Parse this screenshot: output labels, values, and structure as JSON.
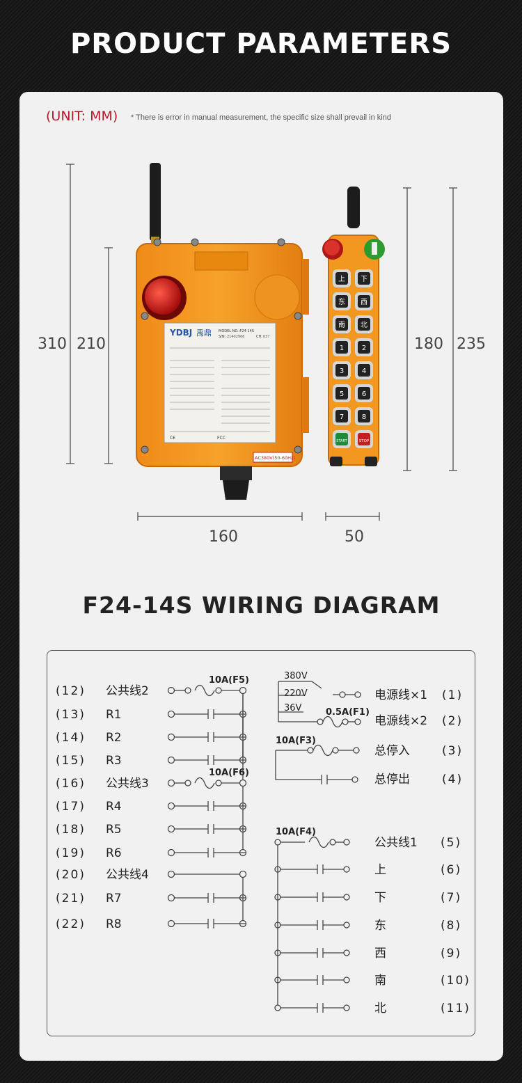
{
  "header": {
    "title": "PRODUCT  PARAMETERS"
  },
  "parameters": {
    "unit_label": "(UNIT: MM)",
    "note": "* There is error in manual measurement, the specific size shall prevail in kind",
    "dimensions": {
      "receiver_total_height": "310",
      "receiver_body_height": "210",
      "transmitter_body_height": "180",
      "transmitter_total_height": "235",
      "receiver_width": "160",
      "transmitter_width": "50"
    }
  },
  "receiver": {
    "brand": "YDBJ",
    "brand_cn": "禹鼎",
    "model": "MODEL NO.:F24-14S",
    "sn_label": "S/N:",
    "sn_value": "21402966",
    "ch_label": "CH:",
    "ch_value": "037",
    "ce": "CE",
    "fcc": "FCC",
    "voltage": "AC380V(50-60Hz)"
  },
  "transmitter": {
    "buttons": [
      [
        "上",
        "下"
      ],
      [
        "东",
        "西"
      ],
      [
        "南",
        "北"
      ],
      [
        "1",
        "2"
      ],
      [
        "3",
        "4"
      ],
      [
        "5",
        "6"
      ],
      [
        "7",
        "8"
      ],
      [
        "START",
        "STOP"
      ]
    ]
  },
  "wiring": {
    "title": "F24-14S WIRING DIAGRAM",
    "left_rows": [
      {
        "num": "(12)",
        "label": "公共线2"
      },
      {
        "num": "(13)",
        "label": "R1"
      },
      {
        "num": "(14)",
        "label": "R2"
      },
      {
        "num": "(15)",
        "label": "R3"
      },
      {
        "num": "(16)",
        "label": "公共线3"
      },
      {
        "num": "(17)",
        "label": "R4"
      },
      {
        "num": "(18)",
        "label": "R5"
      },
      {
        "num": "(19)",
        "label": "R6"
      },
      {
        "num": "(20)",
        "label": "公共线4"
      },
      {
        "num": "(21)",
        "label": "R7"
      },
      {
        "num": "(22)",
        "label": "R8"
      }
    ],
    "fuses": {
      "f5": "10A(F5)",
      "f6": "10A(F6)",
      "f1": "0.5A(F1)",
      "f3": "10A(F3)",
      "f4": "10A(F4)"
    },
    "voltages": [
      "380V",
      "220V",
      "36V"
    ],
    "power_rows": [
      {
        "label": "电源线×1",
        "num": "(1)"
      },
      {
        "label": "电源线×2",
        "num": "(2)"
      }
    ],
    "stop_rows": [
      {
        "label": "总停入",
        "num": "(3)"
      },
      {
        "label": "总停出",
        "num": "(4)"
      }
    ],
    "direction_rows": [
      {
        "label": "公共线1",
        "num": "(5)"
      },
      {
        "label": "上",
        "num": "(6)"
      },
      {
        "label": "下",
        "num": "(7)"
      },
      {
        "label": "东",
        "num": "(8)"
      },
      {
        "label": "西",
        "num": "(9)"
      },
      {
        "label": "南",
        "num": "(10)"
      },
      {
        "label": "北",
        "num": "(11)"
      }
    ]
  }
}
